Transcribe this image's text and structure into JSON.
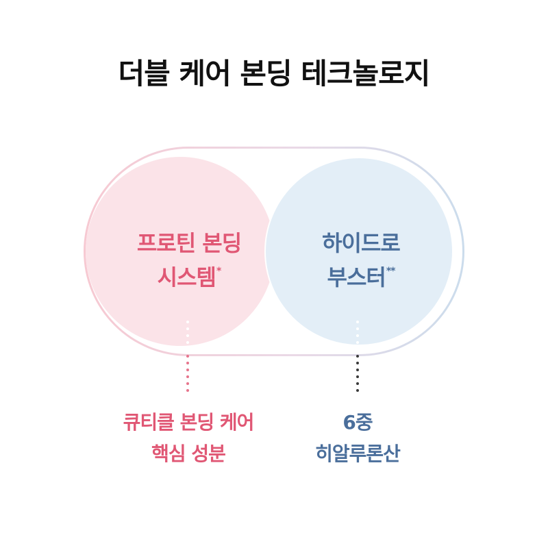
{
  "title": "더블 케어 본딩 테크놀로지",
  "left_circle": {
    "line1": "프로틴 본딩",
    "line2": "시스템",
    "mark": "*"
  },
  "right_circle": {
    "line1": "하이드로",
    "line2": "부스터",
    "mark": "**"
  },
  "left_label": {
    "line1": "큐티클 본딩 케어",
    "line2": "핵심 성분"
  },
  "right_label": {
    "line1": "6중",
    "line2": "히알루론산"
  },
  "colors": {
    "pink": "#e05774",
    "blue": "#4a6e9b",
    "pink_circle": "#fbe3e8",
    "blue_circle": "#e3eef7"
  }
}
